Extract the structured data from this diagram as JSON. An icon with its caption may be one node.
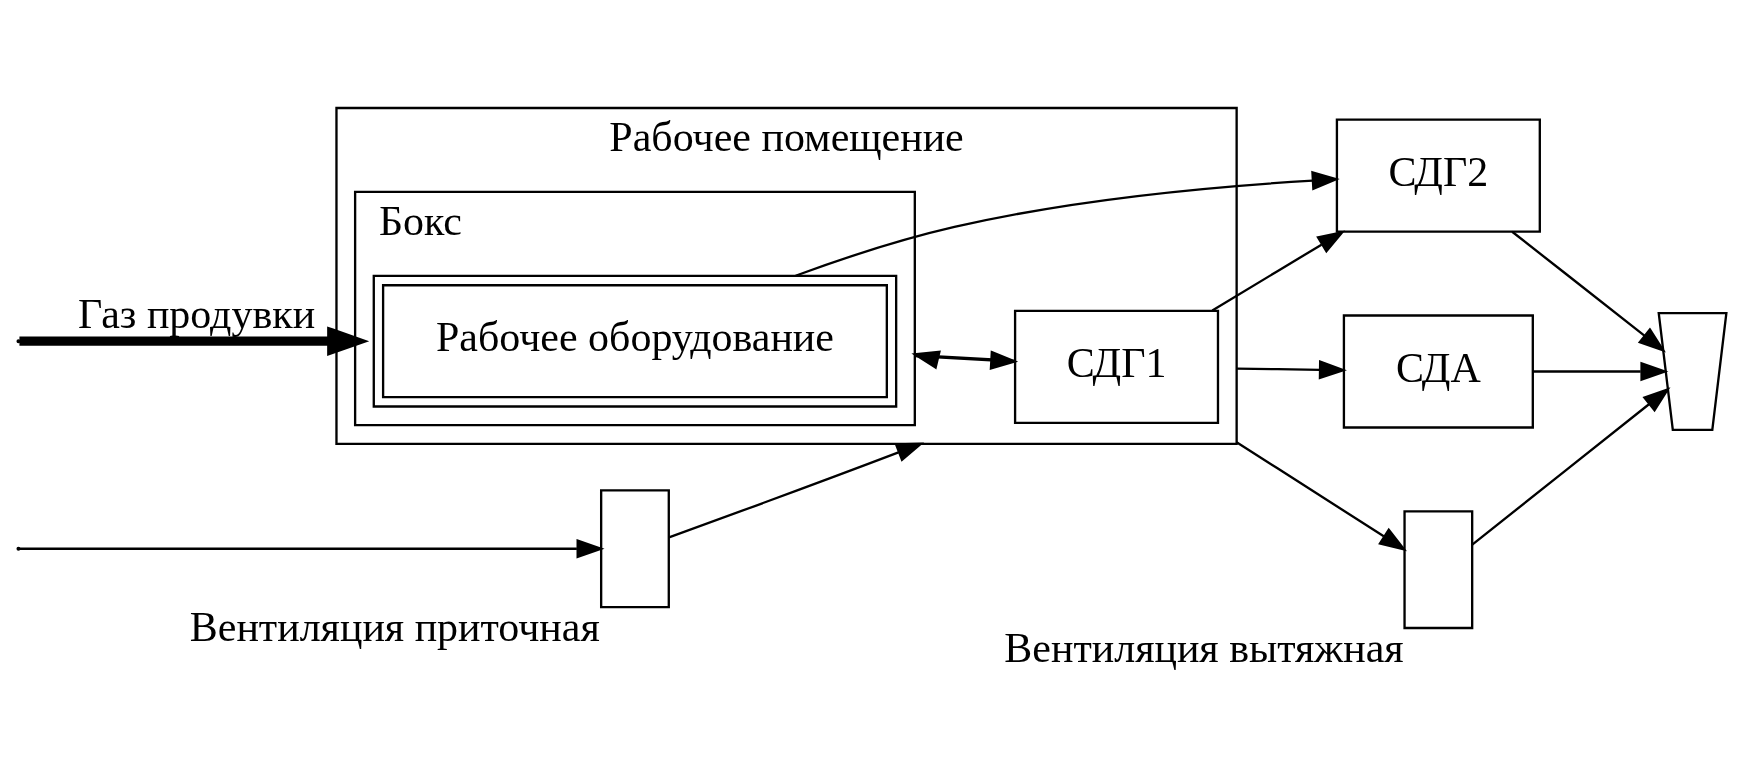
{
  "diagram": {
    "nodes": [
      {
        "text": [
          "Рабочее помещение"
        ]
      },
      {
        "text": [
          "Бокс"
        ],
        "in": 0
      },
      {
        "text": [
          "Рабочее оборудование"
        ],
        "in": 1
      },
      {
        "text": [
          "СДГ1"
        ],
        "in": 0
      },
      {
        "text": [
          "СДГ2"
        ]
      },
      {
        "text": [
          "СДА"
        ]
      },
      {
        "text": [],
        "shape": "box",
        "beside": [
          "Вентиляция приточная"
        ]
      },
      {
        "text": [],
        "shape": "box",
        "beside": [
          "Вентиляция вытяжная"
        ]
      },
      {
        "text": [],
        "shape": "picture"
      }
    ],
    "edges": [
      {
        "from": null,
        "to": 6,
        "arrow": "to"
      },
      {
        "from": 6,
        "to": 0,
        "arrow": "to"
      },
      {
        "from": 0,
        "to": 7,
        "arrow": "to"
      },
      {
        "from": 7,
        "to": 8,
        "arrow": "to"
      },
      {
        "from": null,
        "to": 1,
        "arrow": "to",
        "label": "Газ продувки",
        "style": "thick"
      },
      {
        "from": 2,
        "to": 4,
        "arrow": "to"
      },
      {
        "from": 1,
        "to": 3,
        "arrow": "to"
      },
      {
        "from": 3,
        "to": 1,
        "arrow": "to"
      },
      {
        "from": 3,
        "to": 4,
        "arrow": "to"
      },
      {
        "from": 0,
        "to": 5,
        "arrow": "to"
      },
      {
        "from": 4,
        "to": 8,
        "arrow": "to"
      },
      {
        "from": 5,
        "to": 8,
        "arrow": "to"
      }
    ]
  }
}
